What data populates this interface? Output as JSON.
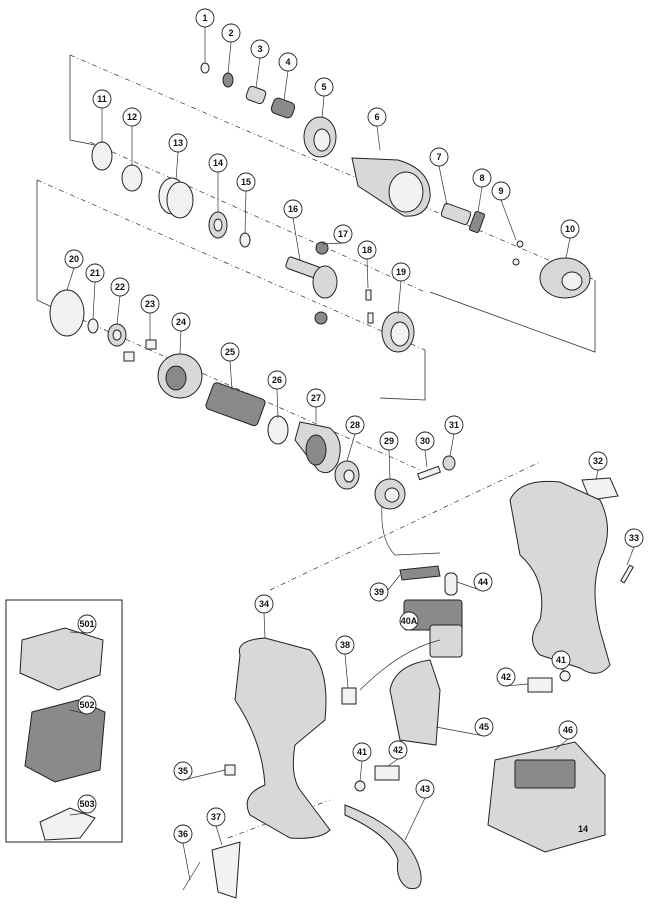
{
  "diagram": {
    "labels": [
      "1",
      "2",
      "3",
      "4",
      "5",
      "6",
      "7",
      "8",
      "9",
      "10",
      "11",
      "12",
      "13",
      "14",
      "15",
      "16",
      "17",
      "18",
      "19",
      "20",
      "21",
      "22",
      "23",
      "24",
      "25",
      "26",
      "27",
      "28",
      "29",
      "30",
      "31",
      "32",
      "33",
      "34",
      "35",
      "36",
      "37",
      "38",
      "39",
      "40A",
      "41",
      "42",
      "43",
      "44",
      "45",
      "46",
      "501",
      "502",
      "503",
      "41",
      "42"
    ],
    "battery_text": "14"
  }
}
